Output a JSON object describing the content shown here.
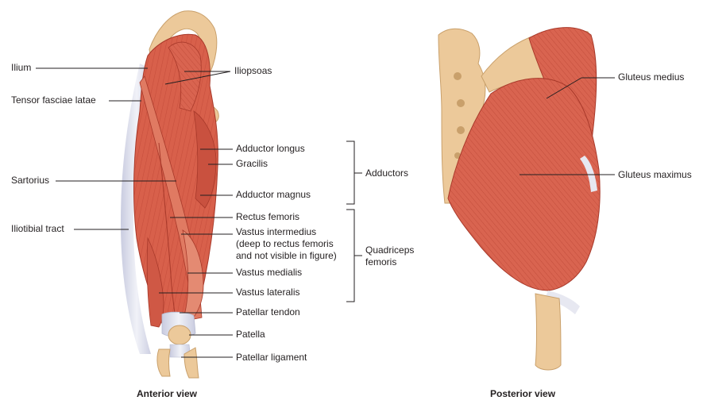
{
  "colors": {
    "muscle": "#d95f4a",
    "muscle_dark": "#b63f2f",
    "muscle_light": "#e98a74",
    "tendon": "#dfe1ee",
    "bone": "#ecc99a",
    "bone_dark": "#c9a06b",
    "leader_line": "#231f20"
  },
  "anterior": {
    "labels": {
      "ilium": "Ilium",
      "tensor_fasciae_latae": "Tensor fasciae latae",
      "sartorius": "Sartorius",
      "iliotibial_tract": "Iliotibial tract",
      "iliopsoas": "Iliopsoas",
      "adductor_longus": "Adductor longus",
      "gracilis": "Gracilis",
      "adductor_magnus": "Adductor magnus",
      "rectus_femoris": "Rectus femoris",
      "vastus_intermedius_1": "Vastus intermedius",
      "vastus_intermedius_2": "(deep to rectus femoris",
      "vastus_intermedius_3": "and not visible in figure)",
      "vastus_medialis": "Vastus medialis",
      "vastus_lateralis": "Vastus lateralis",
      "patellar_tendon": "Patellar tendon",
      "patella": "Patella",
      "patellar_ligament": "Patellar ligament"
    },
    "groups": {
      "adductors": "Adductors",
      "quadriceps_1": "Quadriceps",
      "quadriceps_2": "femoris"
    },
    "caption": "Anterior view"
  },
  "posterior": {
    "labels": {
      "gluteus_medius": "Gluteus medius",
      "gluteus_maximus": "Gluteus maximus"
    },
    "caption": "Posterior view"
  }
}
